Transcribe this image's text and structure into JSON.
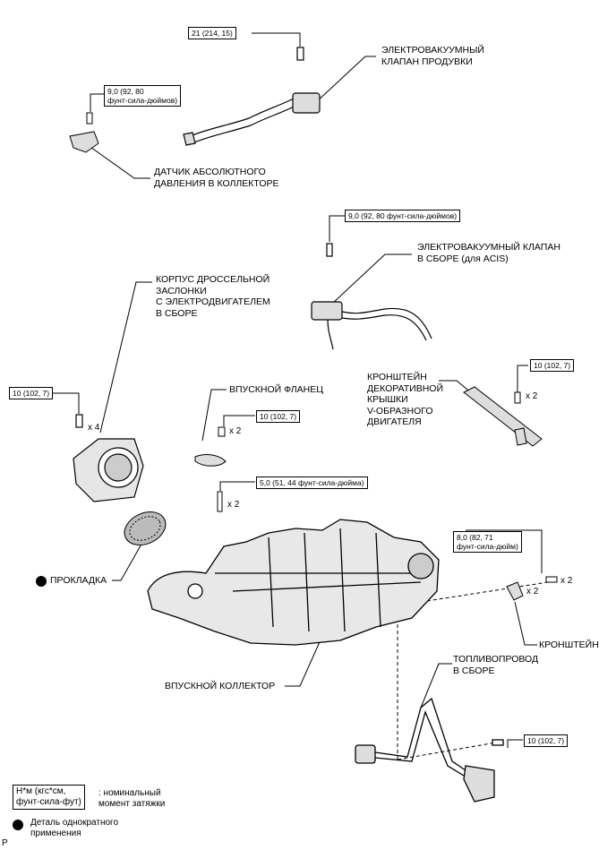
{
  "labels": {
    "purge_vsv": "ЭЛЕКТРОВАКУУМНЫЙ\nКЛАПАН ПРОДУВКИ",
    "map_sensor": "ДАТЧИК АБСОЛЮТНОГО\nДАВЛЕНИЯ В КОЛЛЕКТОРЕ",
    "acis_vsv": "ЭЛЕКТРОВАКУУМНЫЙ КЛАПАН\nВ СБОРЕ (для ACIS)",
    "throttle_body": "КОРПУС ДРОССЕЛЬНОЙ\nЗАСЛОНКИ\nС ЭЛЕКТРОДВИГАТЕЛЕМ\nВ СБОРЕ",
    "intake_flange": "ВПУСКНОЙ ФЛАНЕЦ",
    "cover_bracket": "КРОНШТЕЙН\nДЕКОРАТИВНОЙ\nКРЫШКИ\nV-ОБРАЗНОГО\nДВИГАТЕЛЯ",
    "gasket": "ПРОКЛАДКА",
    "bracket": "КРОНШТЕЙН",
    "fuel_line": "ТОПЛИВОПРОВОД\nВ СБОРЕ",
    "intake_manifold": "ВПУСКНОЙ КОЛЛЕКТОР"
  },
  "torques": {
    "purge": "21 (214, 15)",
    "map": "9,0 (92, 80\nфунт-сила-дюймов)",
    "acis": "9,0 (92, 80 фунт-сила-дюймов)",
    "cover_bracket": "10 (102, 7)",
    "throttle": "10 (102, 7)",
    "flange": "10 (102, 7)",
    "stud": "5,0 (51, 44 фунт-сила-дюйма)",
    "bracket": "8,0 (82, 71\nфунт-сила-дюйм)",
    "fuel_line": "10 (102, 7)"
  },
  "quantities": {
    "throttle": "x 4",
    "flange": "x 2",
    "cover_bracket": "x 2",
    "stud": "x 2",
    "bracket_bolt": "x 2",
    "bracket": "x 2"
  },
  "legend": {
    "unit_box": "Н*м (кгс*см,\nфунт-сила-фут)",
    "unit_text": ": номинальный\nмомент затяжки",
    "non_reusable": "Деталь однократного\nприменения"
  },
  "page_mark": "P"
}
